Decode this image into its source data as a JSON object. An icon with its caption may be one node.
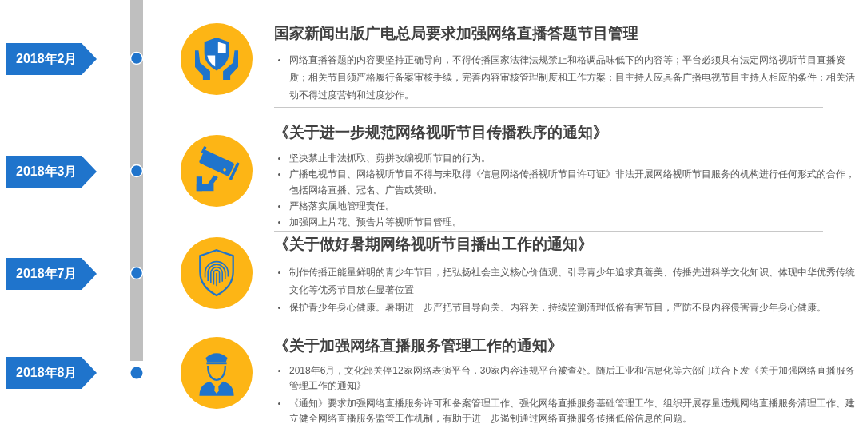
{
  "diagram": {
    "nodes": [
      {
        "text": [
          "2018年2月"
        ]
      },
      {
        "text": [
          "2018年3月"
        ]
      },
      {
        "text": [
          "2018年7月"
        ]
      },
      {
        "text": [
          "2018年8月"
        ]
      }
    ],
    "labels": [
      "国家新闻出版广电总局要求加强网络直播答题节目管理",
      "网络直播答题的内容要坚持正确导向，不得传播国家法律法规禁止和格调品味低下的内容等；平台必须具有法定网络视听节目直播资质；相关节目须严格履行备案审核手续，完善内容审核管理制度和工作方案；目主持人应具备广播电视节目主持人相应的条件；相关活动不得过度营销和过度炒作。",
      "《关于进一步规范网络视听节目传播秩序的通知》",
      "坚决禁止非法抓取、剪拼改编视听节目的行为。",
      "广播电视节目、网络视听节目不得与未取得《信息网络传播视听节目许可证》非法开展网络视听节目服务的机构进行任何形式的合作，包括网络直播、冠名、广告或赞助。",
      "严格落实属地管理责任。",
      "加强网上片花、预告片等视听节目管理。",
      "《关于做好暑期网络视听节目播出工作的通知》",
      "制作传播正能量鲜明的青少年节目，把弘扬社会主义核心价值观、引导青少年追求真善美、传播先进科学文化知识、体现中华优秀传统文化等优秀节目放在显著位置",
      "保护青少年身心健康。暑期进一步严把节目导向关、内容关，持续监测清理低俗有害节目，严防不良内容侵害青少年身心健康。",
      "《关于加强网络直播服务管理工作的通知》",
      "2018年6月，文化部关停12家网络表演平台，30家内容违规平台被查处。随后工业和信息化等六部门联合下发《关于加强网络直播服务管理工作的通知》",
      "《通知》要求加强网络直播服务许可和备案管理工作、强化网络直播服务基础管理工作、组织开展存量违规网络直播服务清理工作、建立健全网络直播服务监管工作机制，有助于进一步遏制通过网络直播服务传播低俗信息的问题。"
    ]
  }
}
